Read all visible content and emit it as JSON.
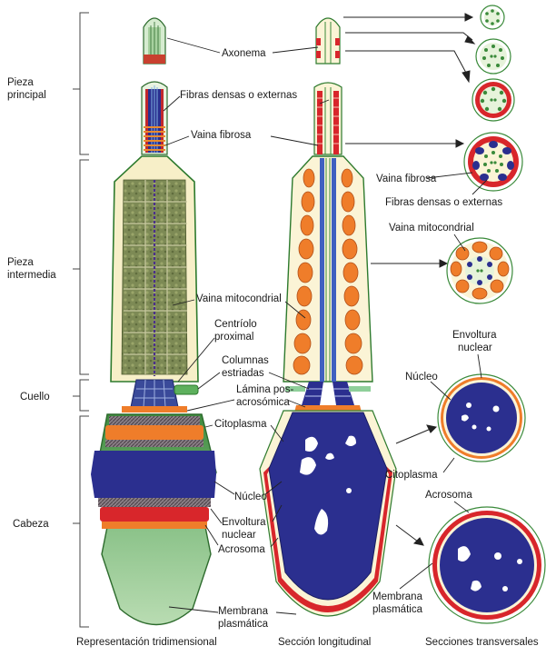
{
  "brackets": {
    "principal_1": "Pieza",
    "principal_2": "principal",
    "intermedia_1": "Pieza",
    "intermedia_2": "intermedia",
    "cuello": "Cuello",
    "cabeza": "Cabeza"
  },
  "labels": {
    "axonema": "Axonema",
    "fibras_densas": "Fibras densas o externas",
    "vaina_fibrosa": "Vaina fibrosa",
    "vaina_fibrosa_2": "Vaina fibrosa",
    "fibras_densas_2": "Fibras densas o externas",
    "vaina_mito_2": "Vaina mitocondrial",
    "vaina_mito": "Vaina mitocondrial",
    "centriolo_1": "Centríolo",
    "centriolo_2": "proximal",
    "columnas_1": "Columnas",
    "columnas_2": "estriadas",
    "lamina_1": "Lámina pos-",
    "lamina_2": "acrosómica",
    "citoplasma": "Citoplasma",
    "nucleo": "Núcleo",
    "envoltura_1": "Envoltura",
    "envoltura_2": "nuclear",
    "acrosoma": "Acrosoma",
    "membrana_1": "Membrana",
    "membrana_2": "plasmática",
    "membrana_r1": "Membrana",
    "membrana_r2": "plasmática",
    "envoltura_r1": "Envoltura",
    "envoltura_r2": "nuclear",
    "nucleo_r": "Núcleo",
    "citoplasma_r": "Citoplasma",
    "acrosoma_r": "Acrosoma"
  },
  "captions": {
    "tridimensional": "Representación tridimensional",
    "longitudinal": "Sección longitudinal",
    "transversales": "Secciones transversales"
  },
  "colors": {
    "nucleus": "#2b2f8f",
    "acrosome": "#d8262b",
    "mitochondria": "#ef7d2a",
    "cytoplasm": "#fbf4d6",
    "cap": "#6aa86a",
    "membrane": "#3a8a3a"
  }
}
